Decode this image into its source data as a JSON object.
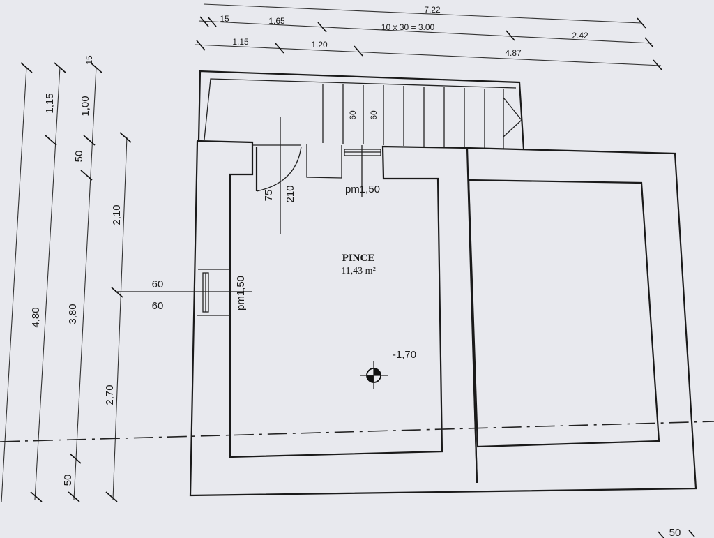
{
  "top_dimensions": {
    "row1": [
      "7.22"
    ],
    "row2": [
      "15",
      "1.65",
      "10 x 30 = 3.00",
      "2.42"
    ],
    "row3": [
      "1.15",
      "1.20",
      "4.87"
    ]
  },
  "left_dimensions": {
    "col1": [
      "4,80"
    ],
    "col2": [
      "1,15",
      "3,80",
      "50"
    ],
    "col3": [
      "15",
      "1,00",
      "50"
    ],
    "col4": [
      "2,10",
      "2,70"
    ]
  },
  "stair": {
    "tread_label_a": "60",
    "tread_label_b": "60"
  },
  "door": {
    "width_label": "75",
    "height_label": "210"
  },
  "window_top": {
    "label": "pm1,50"
  },
  "window_left": {
    "label": "pm1,50",
    "size_top": "60",
    "size_bottom": "60"
  },
  "room": {
    "name": "PINCE",
    "area": "11,43 m²"
  },
  "level_marker": {
    "value": "-1,70"
  },
  "bottom_right": {
    "label": "50"
  }
}
